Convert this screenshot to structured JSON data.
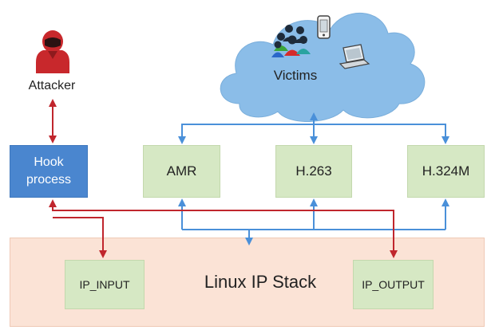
{
  "attacker": {
    "label": "Attacker"
  },
  "victims": {
    "label": "Victims"
  },
  "hook_process": {
    "label_line1": "Hook",
    "label_line2": "process"
  },
  "codecs": {
    "amr": "AMR",
    "h263": "H.263",
    "h324m": "H.324M"
  },
  "stack": {
    "label": "Linux IP Stack",
    "ip_input": "IP_INPUT",
    "ip_output": "IP_OUTPUT"
  },
  "colors": {
    "red_arrow": "#c0262d",
    "blue_arrow": "#4a90d9",
    "hook_fill": "#4a86cf",
    "box_green": "#d6e8c4",
    "stack_fill": "#fbe3d6",
    "cloud_fill": "#8bbde8"
  },
  "icons": [
    "attacker-icon",
    "users-group-icon",
    "mobile-phone-icon",
    "laptop-icon",
    "cloud-icon"
  ]
}
